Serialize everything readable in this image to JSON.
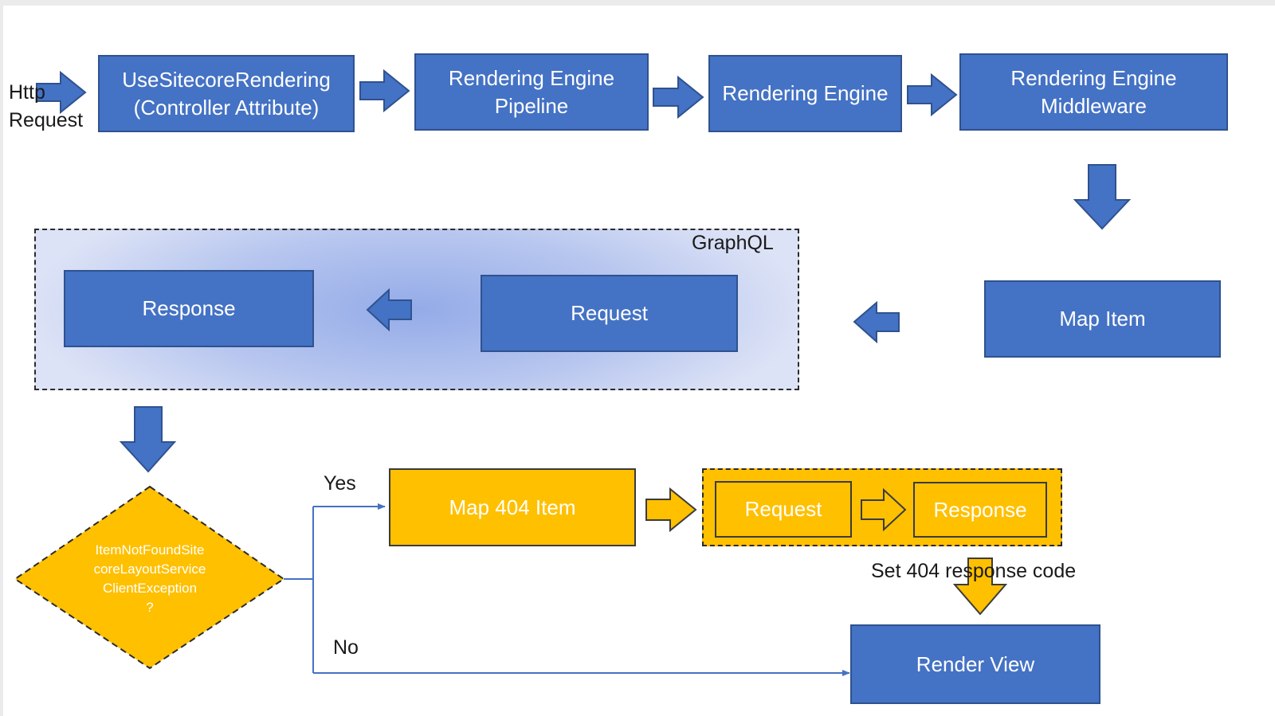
{
  "colors": {
    "blue_fill": "#4472c4",
    "blue_border": "#2f528f",
    "gold_fill": "#ffc000",
    "line_blue": "#4472c4"
  },
  "start": {
    "line1": "Http",
    "line2": "Request"
  },
  "top_row": [
    {
      "label": "UseSitecoreRendering\n(Controller Attribute)"
    },
    {
      "label": "Rendering Engine\nPipeline"
    },
    {
      "label": "Rendering Engine"
    },
    {
      "label": "Rendering Engine\nMiddleware"
    }
  ],
  "map_item": {
    "label": "Map Item"
  },
  "graphql": {
    "title": "GraphQL",
    "request": "Request",
    "response": "Response"
  },
  "decision": {
    "label": "ItemNotFoundSite\ncoreLayoutService\nClientException\n?"
  },
  "branch_yes": "Yes",
  "branch_no": "No",
  "map_404": {
    "label": "Map 404 Item"
  },
  "error_group": {
    "request": "Request",
    "response": "Response"
  },
  "set_404_note": "Set 404 response code",
  "render_view": {
    "label": "Render View"
  },
  "icons": [
    "arrow-right-icon",
    "arrow-down-icon",
    "arrow-left-icon"
  ]
}
